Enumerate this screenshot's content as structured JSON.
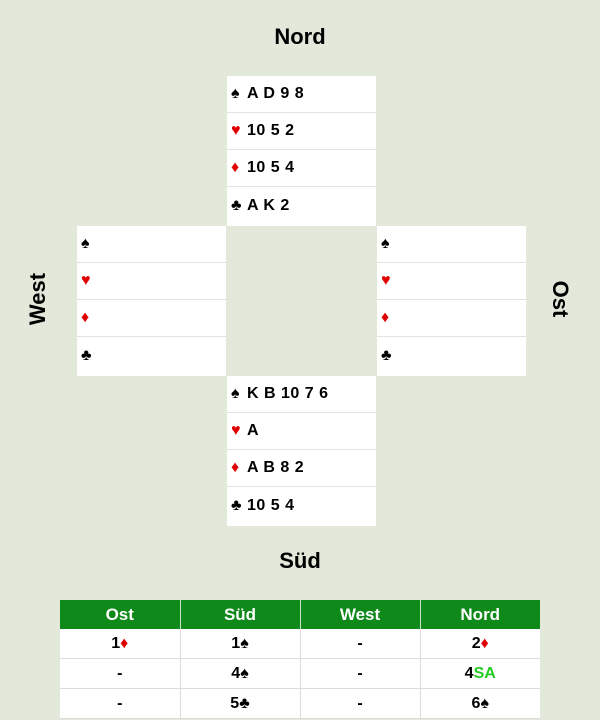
{
  "labels": {
    "north": "Nord",
    "south": "Süd",
    "west": "West",
    "east": "Ost"
  },
  "hands": {
    "north": {
      "spades": "A D 9 8",
      "hearts": "10 5 2",
      "diamonds": "10 5 4",
      "clubs": "A K 2"
    },
    "west": {
      "spades": "",
      "hearts": "",
      "diamonds": "",
      "clubs": ""
    },
    "east": {
      "spades": "",
      "hearts": "",
      "diamonds": "",
      "clubs": ""
    },
    "south": {
      "spades": "K B 10 7 6",
      "hearts": "A",
      "diamonds": "A B 8 2",
      "clubs": "10 5 4"
    }
  },
  "suit_symbols": {
    "spades": "♠",
    "hearts": "♥",
    "diamonds": "♦",
    "clubs": "♣"
  },
  "colors": {
    "background": "#e2e8da",
    "header_green": "#0f8a1a",
    "red_suit": "#e00000",
    "notrump_green": "#22cc22"
  },
  "bidding": {
    "headers": [
      "Ost",
      "Süd",
      "West",
      "Nord"
    ],
    "rows": [
      [
        {
          "level": "1",
          "suit": "♦",
          "color": "red"
        },
        {
          "level": "1",
          "suit": "♠",
          "color": "black"
        },
        {
          "level": "-",
          "suit": "",
          "color": "black"
        },
        {
          "level": "2",
          "suit": "♦",
          "color": "red"
        }
      ],
      [
        {
          "level": "-",
          "suit": "",
          "color": "black"
        },
        {
          "level": "4",
          "suit": "♠",
          "color": "black"
        },
        {
          "level": "-",
          "suit": "",
          "color": "black"
        },
        {
          "level": "4",
          "suit": "SA",
          "color": "green"
        }
      ],
      [
        {
          "level": "-",
          "suit": "",
          "color": "black"
        },
        {
          "level": "5",
          "suit": "♣",
          "color": "black"
        },
        {
          "level": "-",
          "suit": "",
          "color": "black"
        },
        {
          "level": "6",
          "suit": "♠",
          "color": "black"
        }
      ]
    ]
  }
}
